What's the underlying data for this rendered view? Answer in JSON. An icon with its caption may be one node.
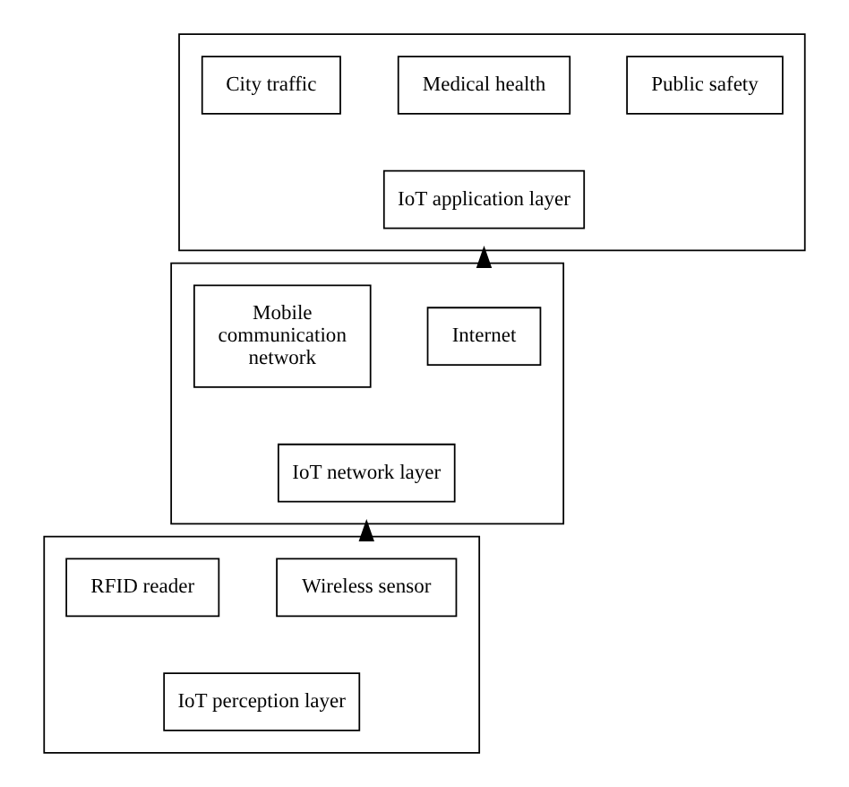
{
  "diagram": {
    "nodes": [
      {
        "text": [],
        "shape": "box"
      },
      {
        "text": [
          "City traffic"
        ],
        "in": 0
      },
      {
        "text": [
          "Medical health"
        ],
        "in": 0
      },
      {
        "text": [
          "Public safety"
        ],
        "in": 0
      },
      {
        "text": [
          "IoT application layer"
        ],
        "in": 0
      },
      {
        "text": [],
        "shape": "box"
      },
      {
        "text": [
          "Mobile communication network"
        ],
        "in": 5
      },
      {
        "text": [
          "Internet"
        ],
        "in": 5
      },
      {
        "text": [
          "IoT network layer"
        ],
        "in": 5
      },
      {
        "text": [],
        "shape": "box"
      },
      {
        "text": [
          "RFID reader"
        ],
        "in": 9
      },
      {
        "text": [
          "Wireless sensor"
        ],
        "in": 9
      },
      {
        "text": [
          "IoT perception layer"
        ],
        "in": 9
      }
    ],
    "edges": [
      {
        "from": 9,
        "to": 5,
        "arrow": "to"
      },
      {
        "from": 5,
        "to": 0,
        "arrow": "to"
      }
    ]
  }
}
